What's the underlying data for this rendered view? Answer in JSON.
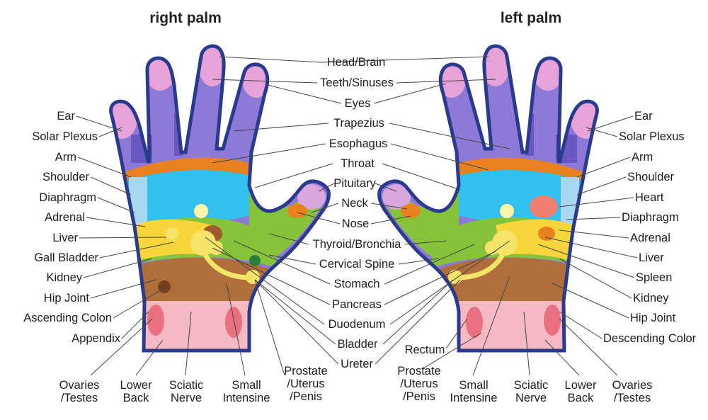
{
  "titles": {
    "right_palm": "right palm",
    "left_palm": "left palm"
  },
  "center_labels": [
    "Head/Brain",
    "Teeth/Sinuses",
    "Eyes",
    "Trapezius",
    "Esophagus",
    "Throat",
    "Pituitary",
    "Neck",
    "Nose",
    "Thyroid/Bronchia",
    "Cervical Spine",
    "Stomach",
    "Pancreas",
    "Duodenum",
    "Bladder",
    "Ureter"
  ],
  "right_palm_side_labels": [
    "Ear",
    "Solar Plexus",
    "Arm",
    "Shoulder",
    "Diaphragm",
    "Adrenal",
    "Liver",
    "Gall Bladder",
    "Kidney",
    "Hip Joint",
    "Ascending Colon",
    "Appendix"
  ],
  "left_palm_side_labels": [
    "Ear",
    "Solar Plexus",
    "Arm",
    "Shoulder",
    "Heart",
    "Diaphragm",
    "Adrenal",
    "Liver",
    "Spleen",
    "Kidney",
    "Hip Joint",
    "Descending Color"
  ],
  "right_palm_bottom_labels": [
    "Ovaries\n/Testes",
    "Lower\nBack",
    "Sciatic\nNerve",
    "Small\nIntensine",
    "Prostate\n/Uterus\n/Penis"
  ],
  "left_palm_bottom_labels": [
    "Rectum",
    "Prostate\n/Uterus\n/Penis",
    "Small\nIntensine",
    "Sciatic\nNerve",
    "Lower\nBack",
    "Ovaries\n/Testes"
  ],
  "colors": {
    "outline": "#2a3a8c",
    "finger": "#8d7ad6",
    "fingertip": "#e6a3d8",
    "thumb_base": "#d9a6e0",
    "orange_band": "#e8821e",
    "cyan": "#31c0ef",
    "green": "#86c33a",
    "yellow": "#f6d63a",
    "brown": "#b06f3a",
    "dark_brown": "#7a3f1e",
    "pink_wrist": "#f4b9c1",
    "rose": "#e8707f",
    "heart": "#ef7f6f",
    "leader": "#444444"
  }
}
